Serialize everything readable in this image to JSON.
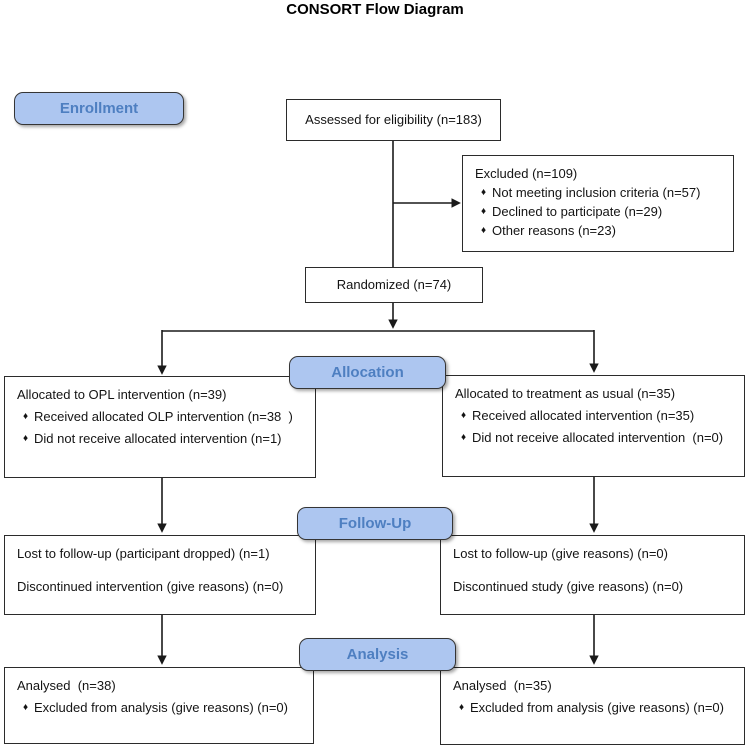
{
  "title": "CONSORT Flow Diagram",
  "glyphs": {
    "bullet": "♦"
  },
  "colors": {
    "stage_fill": "#adc6f0",
    "stage_text": "#4e7fc1",
    "box_border": "#2b2b2b",
    "connector": "#1a1a1a",
    "background": "#ffffff"
  },
  "stages": {
    "enrollment": {
      "label": "Enrollment"
    },
    "allocation": {
      "label": "Allocation"
    },
    "followup": {
      "label": "Follow-Up"
    },
    "analysis": {
      "label": "Analysis"
    }
  },
  "boxes": {
    "assessed": {
      "text": "Assessed for eligibility (n=183)"
    },
    "excluded": {
      "title": "Excluded (n=109)",
      "items": [
        "Not meeting inclusion criteria (n=57)",
        "Declined to participate (n=29)",
        "Other reasons (n=23)"
      ]
    },
    "randomized": {
      "text": "Randomized (n=74)"
    },
    "allocation_left": {
      "title": "Allocated to OPL intervention (n=39)",
      "items": [
        "Received allocated OLP intervention (n=38  )",
        "Did not receive allocated intervention (n=1)"
      ]
    },
    "allocation_right": {
      "title": "Allocated to treatment as usual (n=35)",
      "items": [
        "Received allocated intervention (n=35)",
        "Did not receive allocated intervention  (n=0)"
      ]
    },
    "followup_left": {
      "lines": [
        "Lost to follow-up (participant dropped) (n=1)",
        "Discontinued intervention (give reasons) (n=0)"
      ]
    },
    "followup_right": {
      "lines": [
        "Lost to follow-up (give reasons) (n=0)",
        "Discontinued study (give reasons) (n=0)"
      ]
    },
    "analysis_left": {
      "title": "Analysed  (n=38)",
      "items": [
        "Excluded from analysis (give reasons) (n=0)"
      ]
    },
    "analysis_right": {
      "title": "Analysed  (n=35)",
      "items": [
        "Excluded from analysis (give reasons) (n=0)"
      ]
    }
  }
}
